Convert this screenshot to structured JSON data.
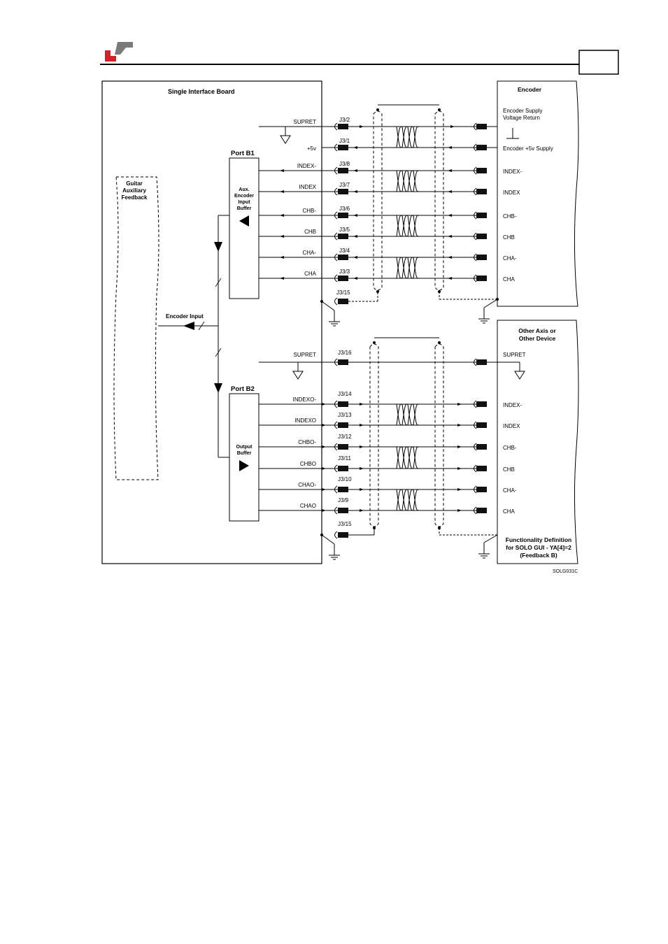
{
  "header": {
    "logo": "company-logo",
    "page_box": "",
    "colors": {
      "logo_red": "#d2232a",
      "logo_gray": "#7a7a7a",
      "line": "#000000"
    }
  },
  "diagram": {
    "sib_title": "Single Interface Board",
    "guitar": [
      "Guitar",
      "Auxiliary",
      "Feedback"
    ],
    "encoder_input": "Encoder Input",
    "port_b1": "Port B1",
    "aux_buffer": [
      "Aux.",
      "Encoder",
      "Input",
      "Buffer"
    ],
    "port_b2": "Port B2",
    "output_buffer": [
      "Output",
      "Buffer"
    ],
    "encoder_title": "Encoder",
    "encoder_supply_return": [
      "Encoder Supply",
      "Voltage Return"
    ],
    "other_device": [
      "Other Axis or",
      "Other Device"
    ],
    "func_def": [
      "Functionality Definition",
      "for SOLO GUI - YA[4]=2",
      "(Feedback B)"
    ],
    "fig_id": "SOLG031C",
    "top": {
      "supret_label": "SUPRET",
      "supret_pin": "J3/2",
      "plus5_label": "+5v",
      "plus5_pin": "J3/1",
      "plus5_right": "Encoder +5v Supply",
      "signals": [
        {
          "label": "INDEX-",
          "pin": "J3/8",
          "right": "INDEX-"
        },
        {
          "label": "INDEX",
          "pin": "J3/7",
          "right": "INDEX"
        },
        {
          "label": "CHB-",
          "pin": "J3/6",
          "right": "CHB-"
        },
        {
          "label": "CHB",
          "pin": "J3/5",
          "right": "CHB"
        },
        {
          "label": "CHA-",
          "pin": "J3/4",
          "right": "CHA-"
        },
        {
          "label": "CHA",
          "pin": "J3/3",
          "right": "CHA"
        }
      ],
      "shield_pin": "J3/15"
    },
    "bottom": {
      "supret_label": "SUPRET",
      "supret_pin": "J3/16",
      "supret_right": "SUPRET",
      "signals": [
        {
          "label": "INDEXO-",
          "pin": "J3/14",
          "right": "INDEX-"
        },
        {
          "label": "INDEXO",
          "pin": "J3/13",
          "right": "INDEX"
        },
        {
          "label": "CHBO-",
          "pin": "J3/12",
          "right": "CHB-"
        },
        {
          "label": "CHBO",
          "pin": "J3/11",
          "right": "CHB"
        },
        {
          "label": "CHAO-",
          "pin": "J3/10",
          "right": "CHA-"
        },
        {
          "label": "CHAO",
          "pin": "J3/9",
          "right": "CHA"
        }
      ],
      "shield_pin": "J3/15"
    }
  }
}
